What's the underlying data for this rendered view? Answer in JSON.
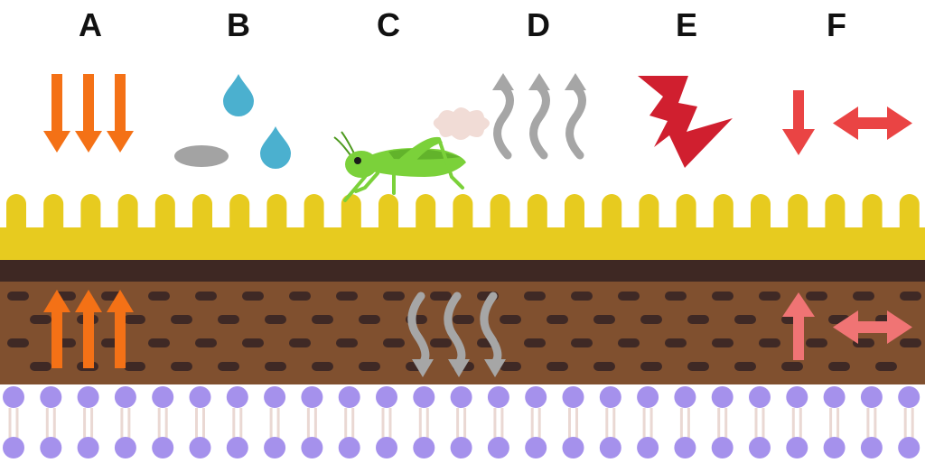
{
  "labels": [
    "A",
    "B",
    "C",
    "D",
    "E",
    "F"
  ],
  "colors": {
    "label_text": "#111111",
    "orange_arrow": "#f47116",
    "water": "#4bb0cf",
    "puddle": "#a3a3a3",
    "grasshopper": "#7bd13a",
    "grasshopper_dark": "#4e9a1f",
    "smoke": "#a6a6a6",
    "cloud": "#f1dcd6",
    "lightning": "#d01f2f",
    "red_arrow": "#ea4444",
    "pink_arrow": "#f07474",
    "surface_band": "#e7cb1f",
    "dark_band": "#3e2823",
    "soil": "#80502f",
    "soil_pores": "#3f2925",
    "membrane_head": "#a591ec",
    "membrane_tail": "#ead8d3"
  },
  "icons": {
    "A": [
      "arrow-down-icon",
      "arrow-up-icon"
    ],
    "B": [
      "water-drop-icon",
      "puddle-icon"
    ],
    "C": [
      "grasshopper-icon",
      "cloud-icon"
    ],
    "D": [
      "heat-wave-icon"
    ],
    "E": [
      "lightning-bolt-icon"
    ],
    "F": [
      "arrow-down-icon",
      "double-arrow-icon",
      "arrow-up-icon"
    ]
  }
}
